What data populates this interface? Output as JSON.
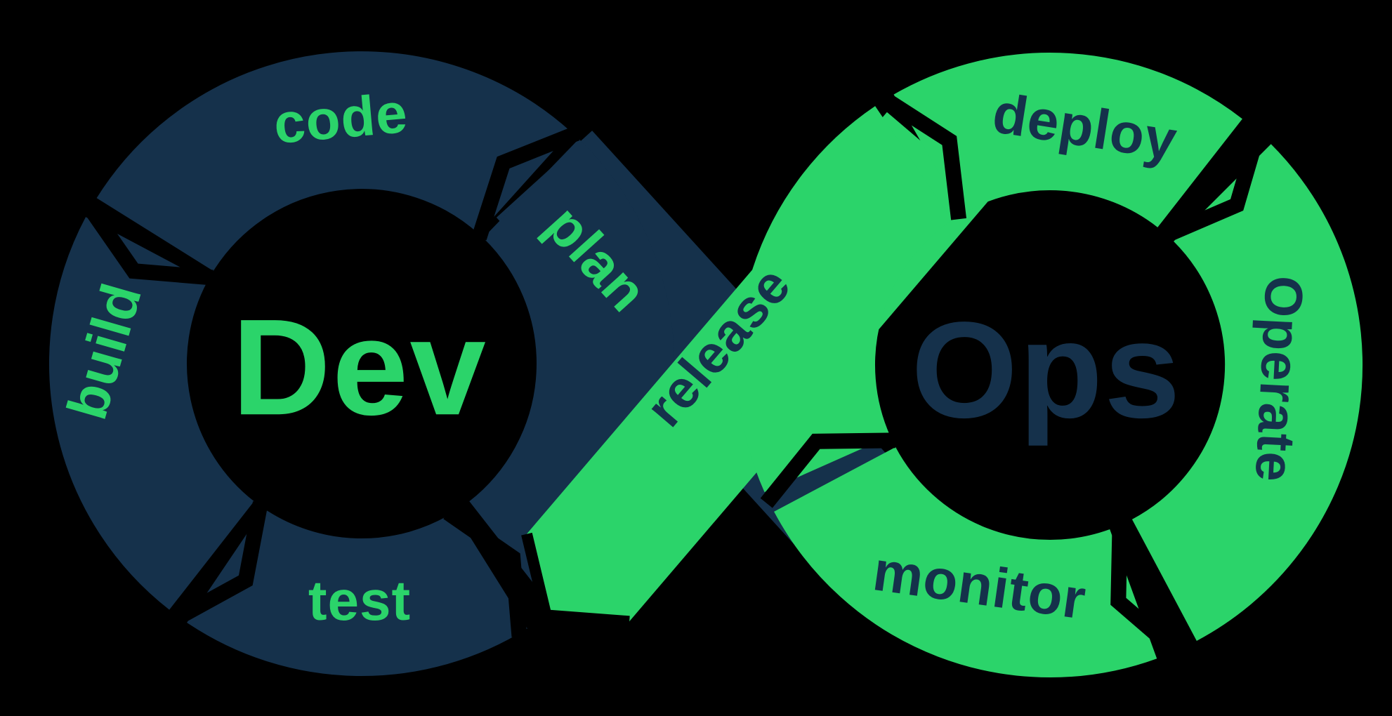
{
  "diagram": {
    "type": "devops-infinity-loop",
    "left_loop": {
      "title": "Dev",
      "stages": {
        "code": "code",
        "plan": "plan",
        "build": "build",
        "test": "test"
      }
    },
    "crossover": {
      "release": "release"
    },
    "right_loop": {
      "title": "Ops",
      "stages": {
        "deploy": "deploy",
        "operate": "Operate",
        "monitor": "monitor"
      }
    },
    "colors": {
      "navy": "#15314b",
      "green": "#2bd46a",
      "background": "#000000"
    }
  }
}
